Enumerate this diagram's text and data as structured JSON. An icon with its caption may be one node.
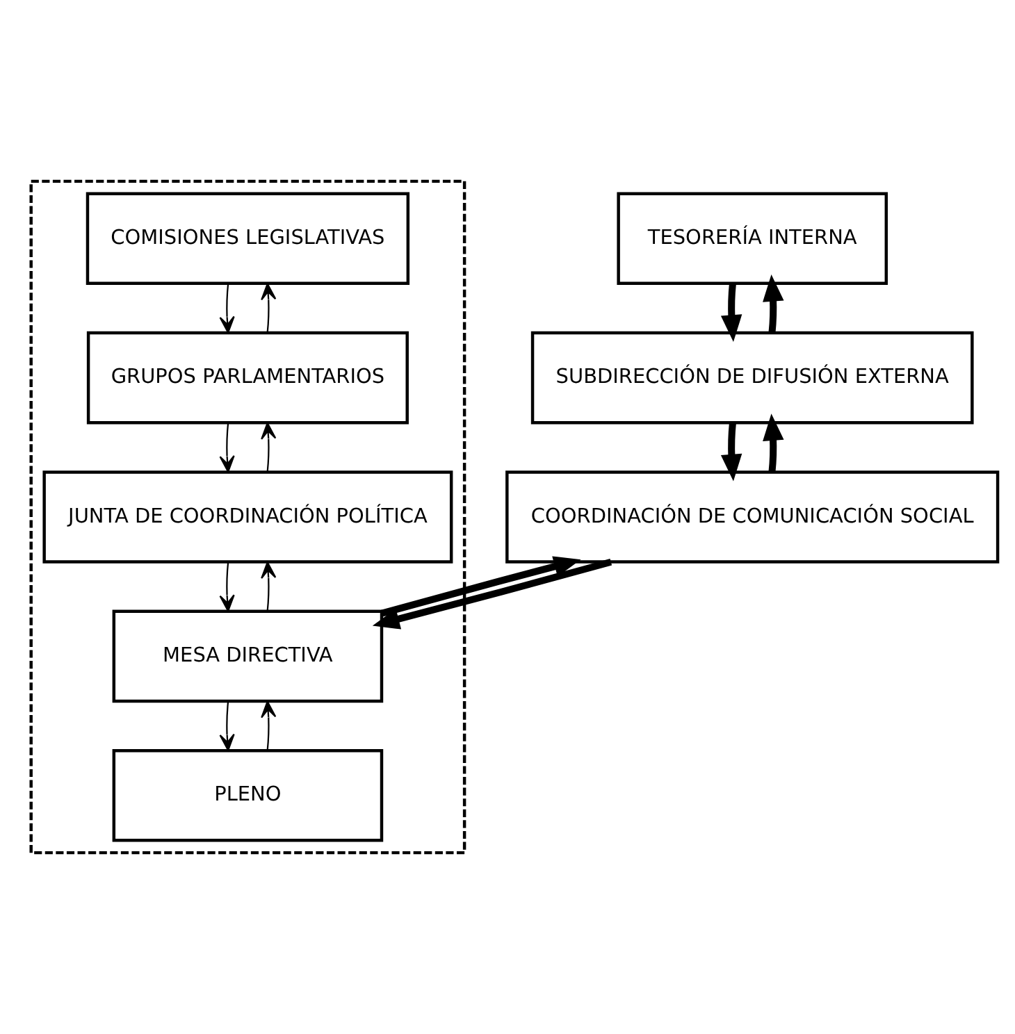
{
  "diagram": {
    "nodes": [
      {
        "text": [],
        "shape": "box"
      },
      {
        "text": [
          "COMISIONES LEGISLATIVAS"
        ],
        "in": 0
      },
      {
        "text": [
          "GRUPOS PARLAMENTARIOS"
        ],
        "in": 0
      },
      {
        "text": [
          "JUNTA DE COORDINACIÓN POLÍTICA"
        ],
        "in": 0
      },
      {
        "text": [
          "MESA DIRECTIVA"
        ],
        "in": 0
      },
      {
        "text": [
          "PLENO"
        ],
        "in": 0
      },
      {
        "text": [
          "TESORERÍA INTERNA"
        ]
      },
      {
        "text": [
          "SUBDIRECCIÓN DE DIFUSIÓN EXTERNA"
        ]
      },
      {
        "text": [
          "COORDINACIÓN DE COMUNICACIÓN SOCIAL"
        ]
      }
    ],
    "edges": [
      {
        "from": 1,
        "to": 2,
        "arrow": "to"
      },
      {
        "from": 2,
        "to": 1,
        "arrow": "to"
      },
      {
        "from": 2,
        "to": 3,
        "arrow": "to"
      },
      {
        "from": 3,
        "to": 2,
        "arrow": "to"
      },
      {
        "from": 3,
        "to": 4,
        "arrow": "to"
      },
      {
        "from": 4,
        "to": 3,
        "arrow": "to"
      },
      {
        "from": 4,
        "to": 5,
        "arrow": "to"
      },
      {
        "from": 5,
        "to": 4,
        "arrow": "to"
      },
      {
        "from": 6,
        "to": 7,
        "arrow": "to",
        "style": "thick"
      },
      {
        "from": 7,
        "to": 6,
        "arrow": "to",
        "style": "thick"
      },
      {
        "from": 7,
        "to": 8,
        "arrow": "to",
        "style": "thick"
      },
      {
        "from": 8,
        "to": 7,
        "arrow": "to",
        "style": "thick"
      },
      {
        "from": 8,
        "to": 4,
        "arrow": "to",
        "style": "thick"
      },
      {
        "from": 4,
        "to": 8,
        "arrow": "to",
        "style": "thick"
      }
    ]
  }
}
